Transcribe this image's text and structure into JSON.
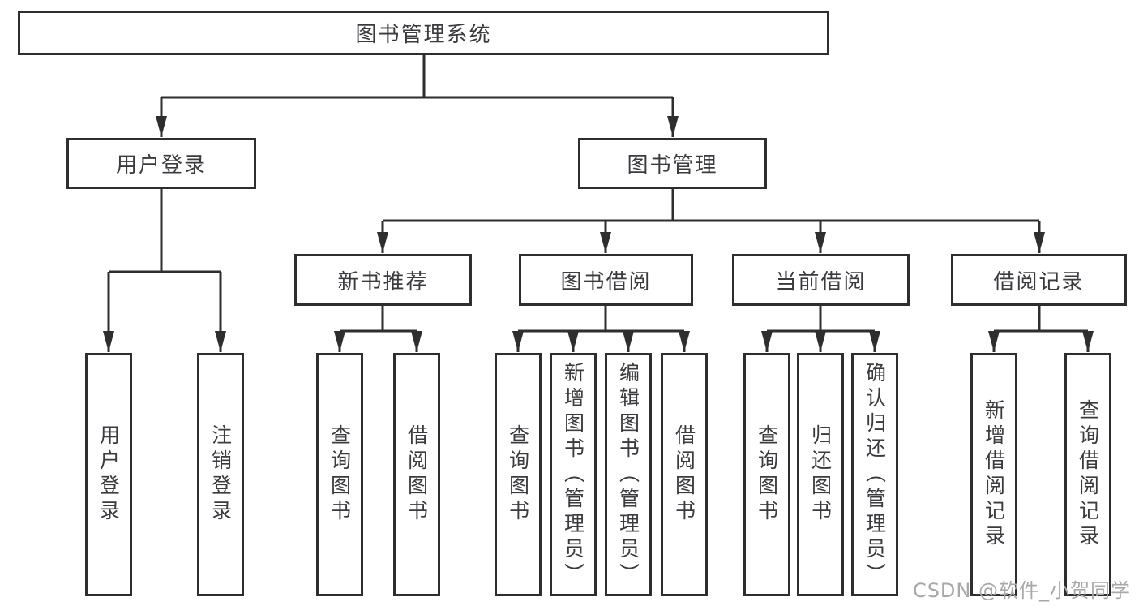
{
  "tree": {
    "root": "图书管理系统",
    "children": [
      {
        "label": "用户登录",
        "children": [
          "用户登录",
          "注销登录"
        ]
      },
      {
        "label": "图书管理",
        "children": [
          {
            "label": "新书推荐",
            "children": [
              "查询图书",
              "借阅图书"
            ]
          },
          {
            "label": "图书借阅",
            "children": [
              "查询图书",
              "新增图书（管理员）",
              "编辑图书（管理员）",
              "借阅图书"
            ]
          },
          {
            "label": "当前借阅",
            "children": [
              "查询图书",
              "归还图书",
              "确认归还（管理员）"
            ]
          },
          {
            "label": "借阅记录",
            "children": [
              "新增借阅记录",
              "查询借阅记录"
            ]
          }
        ]
      }
    ]
  },
  "colors": {
    "line": "#2e2e2e",
    "text": "#3b3b3f",
    "background": "#ffffff",
    "watermark": "#a8a8a8"
  },
  "watermark": {
    "text": "CSDN @软件_小贺同学"
  }
}
